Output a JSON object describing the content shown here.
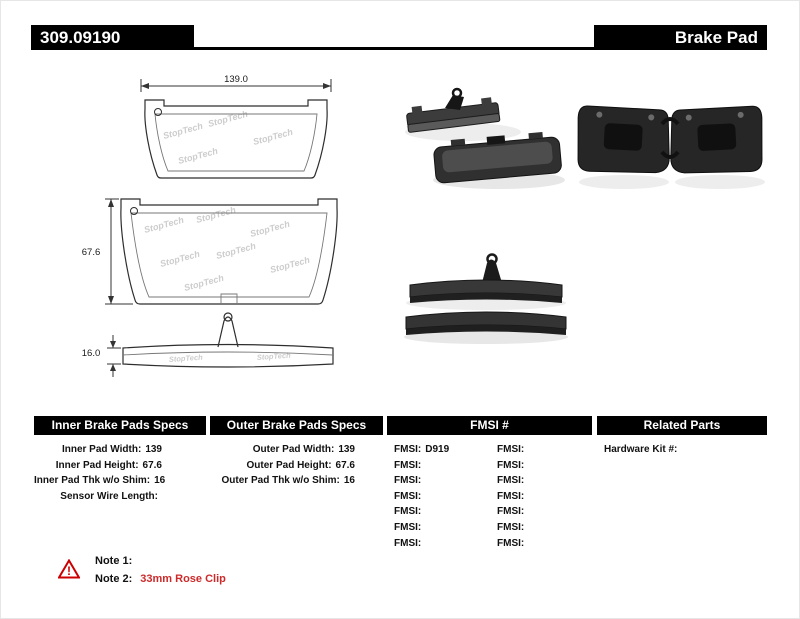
{
  "header": {
    "part_number": "309.09190",
    "product_type": "Brake Pad"
  },
  "drawing": {
    "width_dim": "139.0",
    "height_dim": "67.6",
    "thickness_dim": "16.0",
    "watermark": "StopTech"
  },
  "specs": {
    "inner": {
      "header": "Inner Brake Pads Specs",
      "rows": [
        {
          "label": "Inner Pad Width:",
          "value": "139"
        },
        {
          "label": "Inner Pad Height:",
          "value": "67.6"
        },
        {
          "label": "Inner Pad Thk w/o Shim:",
          "value": "16"
        },
        {
          "label": "Sensor Wire Length:",
          "value": ""
        }
      ]
    },
    "outer": {
      "header": "Outer Brake Pads Specs",
      "rows": [
        {
          "label": "Outer Pad Width:",
          "value": "139"
        },
        {
          "label": "Outer Pad Height:",
          "value": "67.6"
        },
        {
          "label": "Outer Pad Thk w/o Shim:",
          "value": "16"
        }
      ]
    },
    "fmsi": {
      "header": "FMSI #",
      "left": [
        {
          "label": "FMSI:",
          "value": "D919"
        },
        {
          "label": "FMSI:",
          "value": ""
        },
        {
          "label": "FMSI:",
          "value": ""
        },
        {
          "label": "FMSI:",
          "value": ""
        },
        {
          "label": "FMSI:",
          "value": ""
        },
        {
          "label": "FMSI:",
          "value": ""
        },
        {
          "label": "FMSI:",
          "value": ""
        }
      ],
      "right": [
        {
          "label": "FMSI:",
          "value": ""
        },
        {
          "label": "FMSI:",
          "value": ""
        },
        {
          "label": "FMSI:",
          "value": ""
        },
        {
          "label": "FMSI:",
          "value": ""
        },
        {
          "label": "FMSI:",
          "value": ""
        },
        {
          "label": "FMSI:",
          "value": ""
        },
        {
          "label": "FMSI:",
          "value": ""
        }
      ]
    },
    "related": {
      "header": "Related Parts",
      "rows": [
        {
          "label": "Hardware Kit #:",
          "value": ""
        }
      ]
    }
  },
  "notes": {
    "warning_symbol": "!",
    "items": [
      {
        "label": "Note 1:",
        "value": ""
      },
      {
        "label": "Note 2:",
        "value": "33mm Rose Clip"
      }
    ]
  },
  "colors": {
    "header_bg": "#000000",
    "header_text": "#ffffff",
    "note_highlight": "#cc2a2a",
    "warning": "#cc0000"
  }
}
